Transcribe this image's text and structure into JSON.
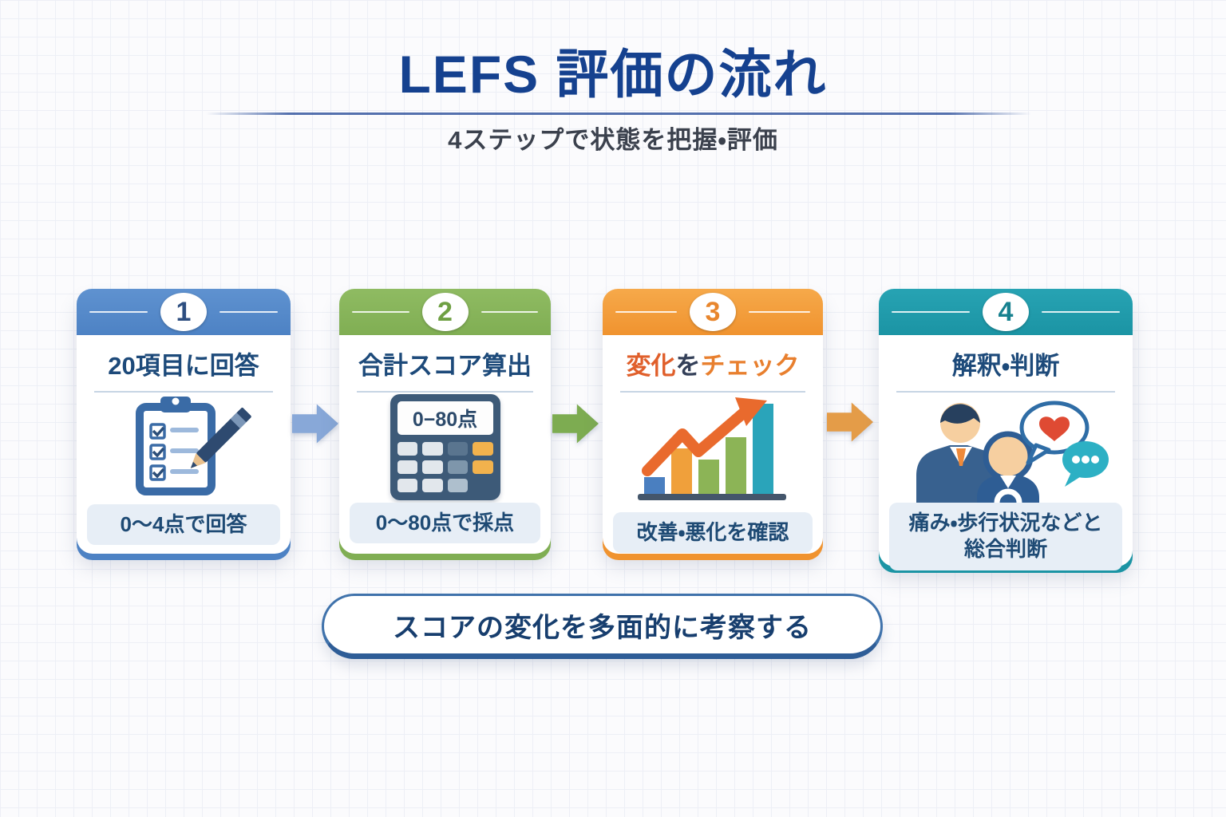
{
  "header": {
    "title": "LEFS 評価の流れ",
    "subtitle": "4ステップで状態を把握・評価"
  },
  "steps": [
    {
      "number": "1",
      "title": "20項目に回答",
      "footer_lines": [
        "0〜4点で回答"
      ],
      "accent_color": "#4d82c4",
      "number_color": "#2d4e80",
      "icon": "clipboard-checklist-icon"
    },
    {
      "number": "2",
      "title": "合計スコア算出",
      "footer_lines": [
        "0〜80点で採点"
      ],
      "accent_color": "#80ae53",
      "number_color": "#6fa043",
      "icon": "calculator-icon",
      "calculator_display": "0−80点"
    },
    {
      "number": "3",
      "title_segments": [
        {
          "text": "変化",
          "color": "#e05f2b"
        },
        {
          "text": "を",
          "color": "#333f58"
        },
        {
          "text": "チェック",
          "color": "#e87f2e"
        }
      ],
      "footer_lines": [
        "改善・悪化を確認"
      ],
      "accent_color": "#f0932f",
      "number_color": "#e8862d",
      "icon": "bar-chart-up-icon"
    },
    {
      "number": "4",
      "title": "解釈・判断",
      "footer_lines": [
        "痛み・歩行状況などと",
        "総合判断"
      ],
      "accent_color": "#1b94a4",
      "number_color": "#17818f",
      "icon": "consultation-icon"
    }
  ],
  "arrows": [
    {
      "color": "#88a8d8"
    },
    {
      "color": "#7dac51"
    },
    {
      "color": "#e49c48"
    }
  ],
  "banner": {
    "text": "スコアの変化を多面的に考察する"
  }
}
